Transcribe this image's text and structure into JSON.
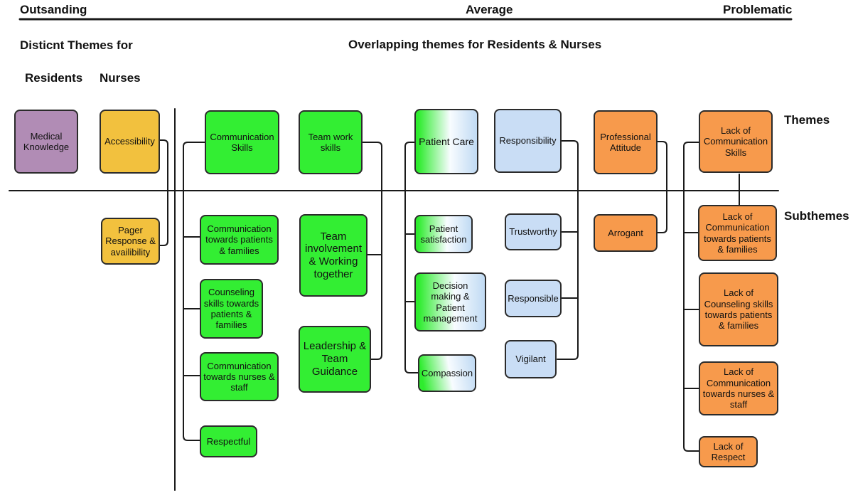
{
  "header": {
    "outstanding": "Outsanding",
    "average": "Average",
    "problematic": "Problematic",
    "distinct_title": "Disticnt Themes for",
    "residents": "Residents",
    "nurses": "Nurses",
    "overlap_title": "Overlapping themes for Residents & Nurses"
  },
  "side_labels": {
    "themes": "Themes",
    "subthemes": "Subthemes"
  },
  "colors": {
    "purple": "#b18cb5",
    "yellow": "#f2c13e",
    "green": "#33ee33",
    "light_blue": "#c9ddf5",
    "orange": "#f79a4c",
    "gradient_left": "#2eec2e",
    "gradient_mid": "#f8fcff",
    "gradient_right": "#c3dcf4",
    "line": "#1a1a1a",
    "border": "#2b2b2b"
  },
  "boxes": {
    "medical_knowledge": {
      "label": "Medical Knowledge"
    },
    "accessibility": {
      "label": "Accessibility"
    },
    "communication_skills": {
      "label": "Communication Skills"
    },
    "team_work_skills": {
      "label": "Team work skills"
    },
    "patient_care": {
      "label": "Patient Care"
    },
    "responsibility": {
      "label": "Responsibility"
    },
    "professional_attitude": {
      "label": "Professional Attitude"
    },
    "lack_communication_skills": {
      "label": "Lack of Communication Skills"
    },
    "pager": {
      "label": "Pager Response & availibility"
    },
    "comm_patients": {
      "label": "Communication towards patients & families"
    },
    "counseling": {
      "label": "Counseling skills towards patients & families"
    },
    "comm_nurses": {
      "label": "Communication towards nurses & staff"
    },
    "respectful": {
      "label": "Respectful"
    },
    "team_involvement": {
      "label": "Team involvement & Working together"
    },
    "leadership": {
      "label": "Leadership & Team Guidance"
    },
    "patient_satisfaction": {
      "label": "Patient satisfaction"
    },
    "decision_making": {
      "label": "Decision making & Patient management"
    },
    "compassion": {
      "label": "Compassion"
    },
    "trustworthy": {
      "label": "Trustworthy"
    },
    "responsible": {
      "label": "Responsible"
    },
    "vigilant": {
      "label": "Vigilant"
    },
    "arrogant": {
      "label": "Arrogant"
    },
    "lack_comm_patients": {
      "label": "Lack of Communication towards patients & families"
    },
    "lack_counseling": {
      "label": "Lack of Counseling skills towards patients & families"
    },
    "lack_comm_nurses": {
      "label": "Lack of Communication towards nurses & staff"
    },
    "lack_respect": {
      "label": "Lack of Respect"
    }
  }
}
